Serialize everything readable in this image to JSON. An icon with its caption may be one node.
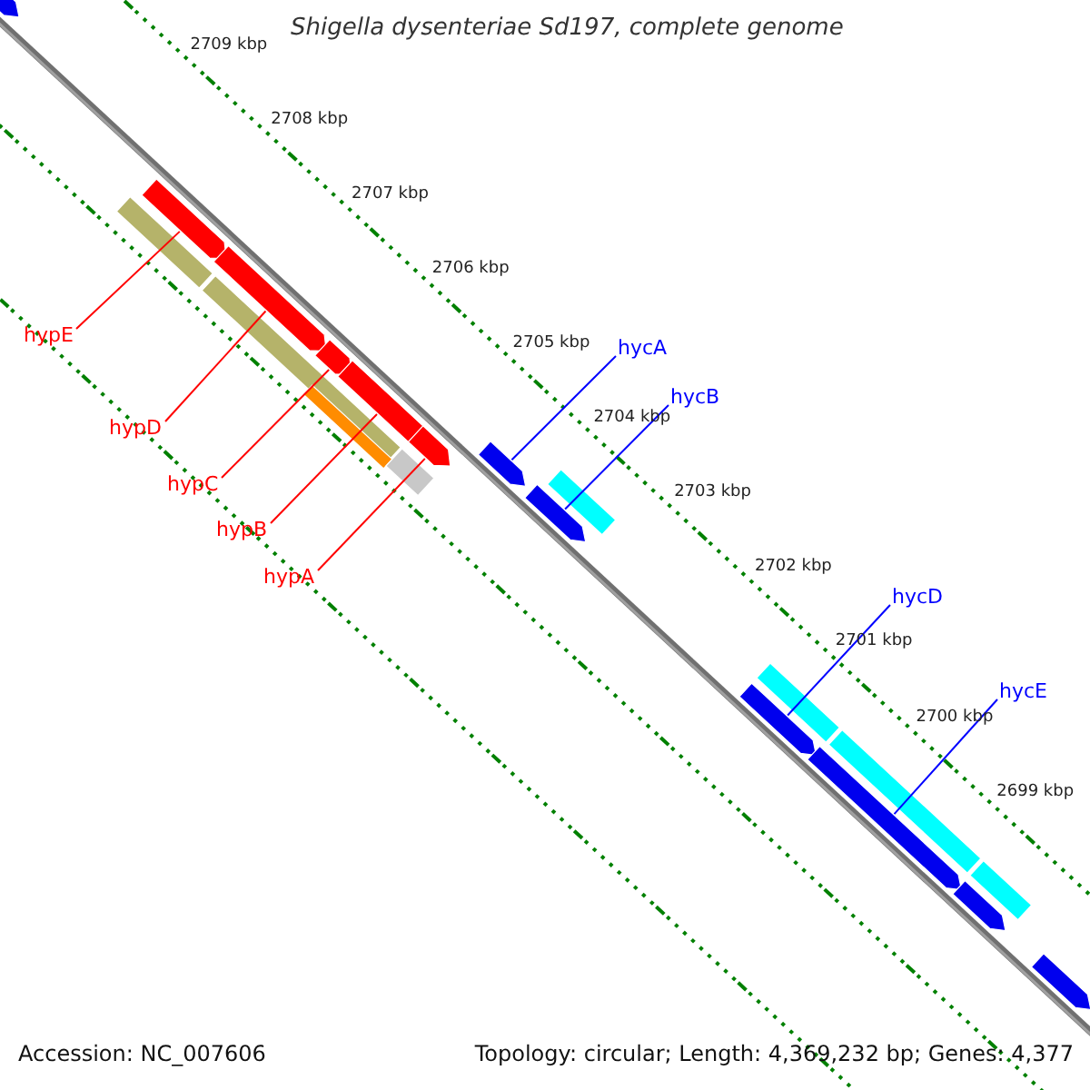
{
  "diagram": {
    "title": "Shigella dysenteriae Sd197, complete genome",
    "nodes": [
      {
        "text": [],
        "shape": "pentagon"
      },
      {
        "text": [],
        "shape": "pentagon"
      },
      {
        "text": [],
        "shape": "pentagon"
      },
      {
        "text": [],
        "shape": "pentagon"
      },
      {
        "text": [],
        "shape": "pentagon"
      },
      {
        "text": [],
        "shape": "pentagon"
      },
      {
        "text": [],
        "shape": "bar"
      },
      {
        "text": [],
        "shape": "bar"
      },
      {
        "text": [],
        "shape": "bar"
      },
      {
        "text": [],
        "shape": "bar"
      },
      {
        "text": [],
        "shape": "pentagon"
      },
      {
        "text": [],
        "shape": "bar"
      },
      {
        "text": [],
        "shape": "pentagon"
      },
      {
        "text": [],
        "shape": "pentagon"
      },
      {
        "text": [],
        "shape": "bar"
      },
      {
        "text": [],
        "shape": "bar"
      },
      {
        "text": [],
        "shape": "bar"
      },
      {
        "text": [],
        "shape": "pentagon"
      },
      {
        "text": [],
        "shape": "pentagon"
      },
      {
        "text": [],
        "shape": "pentagon"
      },
      {
        "text": [
          "hypE"
        ]
      },
      {
        "text": [
          "hypD"
        ]
      },
      {
        "text": [
          "hypC"
        ]
      },
      {
        "text": [
          "hypB"
        ]
      },
      {
        "text": [
          "hypA"
        ]
      },
      {
        "text": [
          "hycA"
        ]
      },
      {
        "text": [
          "hycB"
        ]
      },
      {
        "text": [
          "hycD"
        ]
      },
      {
        "text": [
          "hycE"
        ]
      }
    ],
    "edges": [
      {
        "from": 20,
        "to": 1,
        "arrow": "none"
      },
      {
        "from": 21,
        "to": 2,
        "arrow": "none"
      },
      {
        "from": 22,
        "to": 3,
        "arrow": "none"
      },
      {
        "from": 23,
        "to": 4,
        "arrow": "none"
      },
      {
        "from": 24,
        "to": 5,
        "arrow": "none"
      },
      {
        "from": 25,
        "to": 10,
        "arrow": "none",
        "color": "#0000ff"
      },
      {
        "from": 26,
        "to": 12,
        "arrow": "none",
        "color": "#0000ff"
      },
      {
        "from": 27,
        "to": 13,
        "arrow": "none",
        "color": "#0000ff"
      },
      {
        "from": 28,
        "to": 17,
        "arrow": "none",
        "color": "#0000ff"
      }
    ],
    "labels": [
      "2709 kbp",
      "2708 kbp",
      "2707 kbp",
      "2706 kbp",
      "2705 kbp",
      "2704 kbp",
      "2703 kbp",
      "2702 kbp",
      "2701 kbp",
      "2700 kbp",
      "2699 kbp",
      "Accession: NC_007606",
      "Topology: circular; Length: 4,369,232 bp; Genes: 4,377"
    ]
  }
}
